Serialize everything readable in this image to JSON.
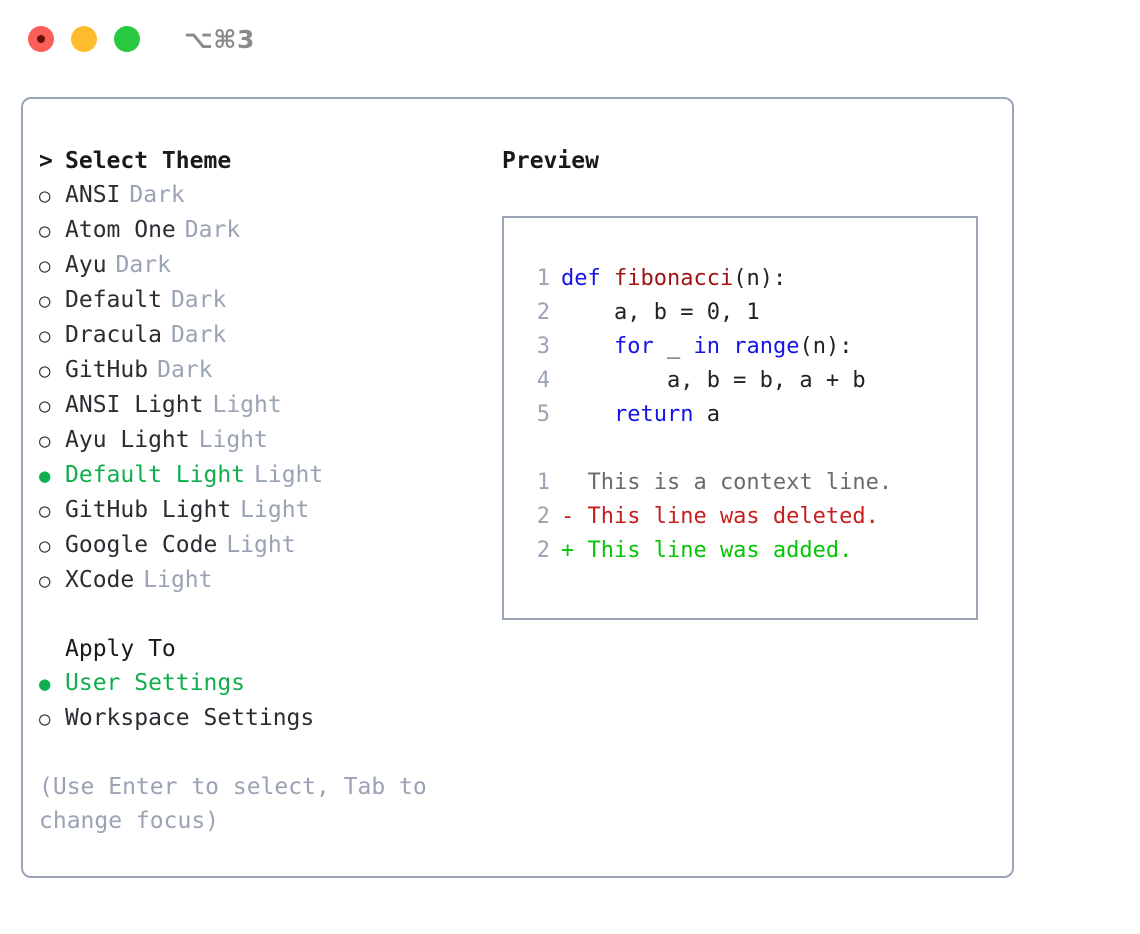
{
  "window": {
    "shortcut": "⌥⌘3",
    "traffic_lights": [
      {
        "name": "close",
        "color": "#fc5f57"
      },
      {
        "name": "minimize",
        "color": "#fdbc2d"
      },
      {
        "name": "maximize",
        "color": "#28c840"
      }
    ]
  },
  "theme_picker": {
    "heading_marker": ">",
    "heading": "Select Theme",
    "bullet_selected": "●",
    "bullet_unselected": "○",
    "selected_color": "#10ae4c",
    "badge_color": "#9aa3b4",
    "items": [
      {
        "label": "ANSI",
        "badge": "Dark",
        "selected": false
      },
      {
        "label": "Atom One",
        "badge": "Dark",
        "selected": false
      },
      {
        "label": "Ayu",
        "badge": "Dark",
        "selected": false
      },
      {
        "label": "Default",
        "badge": "Dark",
        "selected": false
      },
      {
        "label": "Dracula",
        "badge": "Dark",
        "selected": false
      },
      {
        "label": "GitHub",
        "badge": "Dark",
        "selected": false
      },
      {
        "label": "ANSI Light",
        "badge": "Light",
        "selected": false
      },
      {
        "label": "Ayu Light",
        "badge": "Light",
        "selected": false
      },
      {
        "label": "Default Light",
        "badge": "Light",
        "selected": true
      },
      {
        "label": "GitHub Light",
        "badge": "Light",
        "selected": false
      },
      {
        "label": "Google Code",
        "badge": "Light",
        "selected": false
      },
      {
        "label": "XCode",
        "badge": "Light",
        "selected": false
      }
    ]
  },
  "apply_to": {
    "label": "Apply To",
    "items": [
      {
        "label": "User Settings",
        "selected": true
      },
      {
        "label": "Workspace Settings",
        "selected": false
      }
    ]
  },
  "hint": "(Use Enter to select, Tab to change focus)",
  "preview": {
    "title": "Preview",
    "code_lines": [
      {
        "number": "1",
        "tokens": [
          {
            "text": "def ",
            "kind": "kw"
          },
          {
            "text": "fibonacci",
            "kind": "fn"
          },
          {
            "text": "(n):",
            "kind": "plain"
          }
        ]
      },
      {
        "number": "2",
        "tokens": [
          {
            "text": "    a, b = 0, 1",
            "kind": "plain"
          }
        ]
      },
      {
        "number": "3",
        "tokens": [
          {
            "text": "    ",
            "kind": "plain"
          },
          {
            "text": "for",
            "kind": "kw"
          },
          {
            "text": " _ ",
            "kind": "plain"
          },
          {
            "text": "in",
            "kind": "kw"
          },
          {
            "text": " ",
            "kind": "plain"
          },
          {
            "text": "range",
            "kind": "kw"
          },
          {
            "text": "(n):",
            "kind": "plain"
          }
        ]
      },
      {
        "number": "4",
        "tokens": [
          {
            "text": "        a, b = b, a + b",
            "kind": "plain"
          }
        ]
      },
      {
        "number": "5",
        "tokens": [
          {
            "text": "    ",
            "kind": "plain"
          },
          {
            "text": "return",
            "kind": "kw"
          },
          {
            "text": " a",
            "kind": "plain"
          }
        ]
      }
    ],
    "diff_lines": [
      {
        "number": "1",
        "text": "  This is a context line.",
        "kind": "context",
        "color": "#6b6b6b"
      },
      {
        "number": "2",
        "text": "- This line was deleted.",
        "kind": "deleted",
        "color": "#c81e1e"
      },
      {
        "number": "2",
        "text": "+ This line was added.",
        "kind": "added",
        "color": "#06c406"
      }
    ]
  }
}
